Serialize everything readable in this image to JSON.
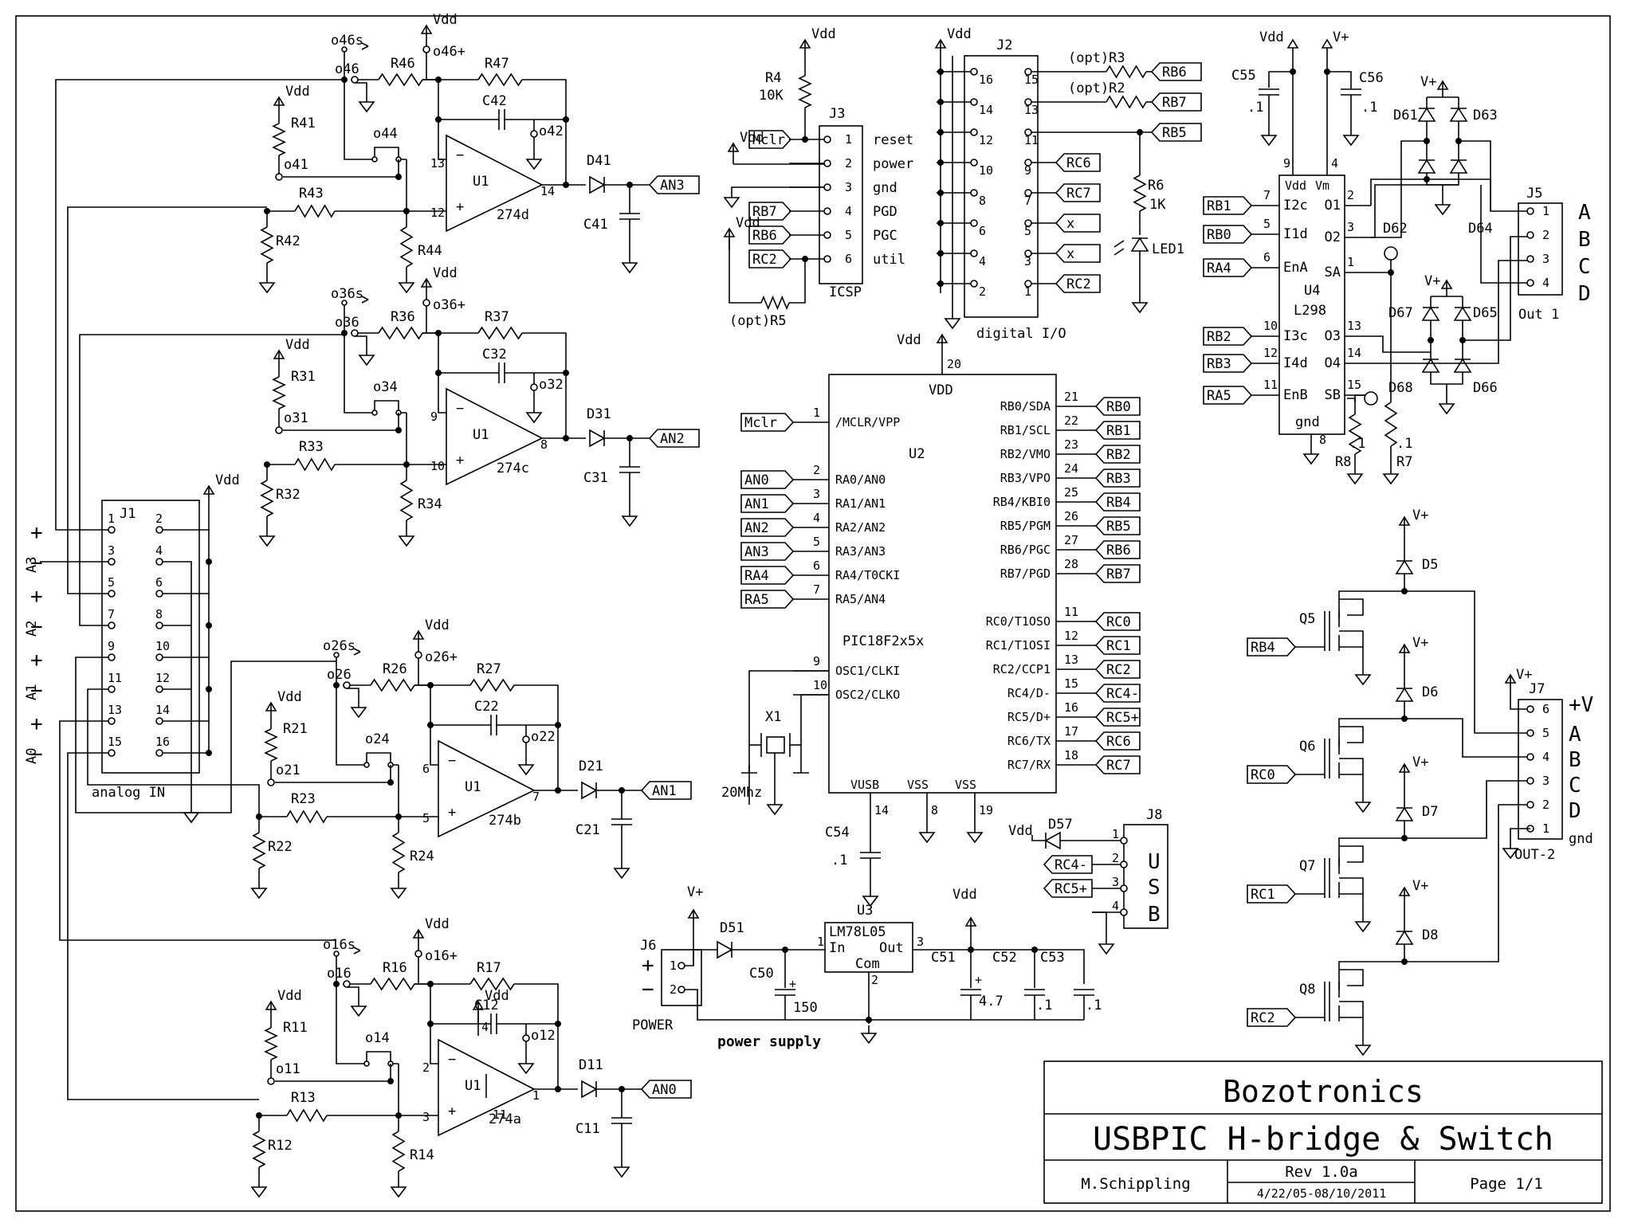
{
  "title_block": {
    "company": "Bozotronics",
    "title": "USBPIC H-bridge & Switch",
    "author": "M.Schippling",
    "rev": "Rev 1.0a",
    "dates": "4/22/05-08/10/2011",
    "page": "Page 1/1"
  },
  "section_labels": {
    "power_supply": "power supply",
    "analog_in": "analog IN",
    "icsp": "ICSP",
    "digital_io": "digital I/O",
    "power": "POWER",
    "out1": "Out 1",
    "out2": "OUT-2",
    "usb": "USB"
  },
  "amps": [
    {
      "ref": "U1",
      "unit": "274d",
      "out_pin": "14",
      "minus_pin": "13",
      "plus_pin": "12",
      "diode": "D41",
      "cap": "C41",
      "net": "AN3",
      "rin": "R46",
      "rfb": "R47",
      "cfb": "C42",
      "rdiv_top": "R41",
      "rdiv_bot": "R42",
      "rser": "R43",
      "rpd": "R44",
      "jmp": "o44",
      "p1": "o41",
      "p2": "o42",
      "t1": "o46",
      "t2": "o46s",
      "t3": "o46+",
      "vdd": "Vdd"
    },
    {
      "ref": "U1",
      "unit": "274c",
      "out_pin": "8",
      "minus_pin": "9",
      "plus_pin": "10",
      "diode": "D31",
      "cap": "C31",
      "net": "AN2",
      "rin": "R36",
      "rfb": "R37",
      "cfb": "C32",
      "rdiv_top": "R31",
      "rdiv_bot": "R32",
      "rser": "R33",
      "rpd": "R34",
      "jmp": "o34",
      "p1": "o31",
      "p2": "o32",
      "t1": "o36",
      "t2": "o36s",
      "t3": "o36+",
      "vdd": "Vdd"
    },
    {
      "ref": "U1",
      "unit": "274b",
      "out_pin": "7",
      "minus_pin": "6",
      "plus_pin": "5",
      "diode": "D21",
      "cap": "C21",
      "net": "AN1",
      "rin": "R26",
      "rfb": "R27",
      "cfb": "C22",
      "rdiv_top": "R21",
      "rdiv_bot": "R22",
      "rser": "R23",
      "rpd": "R24",
      "jmp": "o24",
      "p1": "o21",
      "p2": "o22",
      "t1": "o26",
      "t2": "o26s",
      "t3": "o26+",
      "vdd": "Vdd"
    },
    {
      "ref": "U1",
      "unit": "274a",
      "out_pin": "1",
      "minus_pin": "2",
      "plus_pin": "3",
      "diode": "D11",
      "cap": "C11",
      "net": "AN0",
      "rin": "R16",
      "rfb": "R17",
      "cfb": "C12",
      "rdiv_top": "R11",
      "rdiv_bot": "R12",
      "rser": "R13",
      "rpd": "R14",
      "jmp": "o14",
      "p1": "o11",
      "p2": "o12",
      "t1": "o16",
      "t2": "o16s",
      "t3": "o16+",
      "vdd": "Vdd",
      "vdd_pin": "4",
      "gnd_pin": "11"
    }
  ],
  "j1": {
    "ref": "J1",
    "vdd": "Vdd",
    "pins_left": [
      "1",
      "3",
      "5",
      "7",
      "9",
      "11",
      "13",
      "15"
    ],
    "pins_right": [
      "2",
      "4",
      "6",
      "8",
      "10",
      "12",
      "14",
      "16"
    ],
    "inputs": [
      {
        "label": "A3",
        "plus": "+",
        "minus": "−"
      },
      {
        "label": "A2",
        "plus": "+",
        "minus": "−"
      },
      {
        "label": "A1",
        "plus": "+",
        "minus": "−"
      },
      {
        "label": "A0",
        "plus": "+",
        "minus": "−"
      }
    ]
  },
  "u2": {
    "ref": "U2",
    "part": "PIC18F2x5x",
    "vdd_label": "VDD",
    "vdd_pin": "20",
    "vdd": "Vdd",
    "left_pins": [
      {
        "name": "/MCLR/VPP",
        "num": "1",
        "net": "Mclr"
      },
      {
        "name": "RA0/AN0",
        "num": "2",
        "net": "AN0"
      },
      {
        "name": "RA1/AN1",
        "num": "3",
        "net": "AN1"
      },
      {
        "name": "RA2/AN2",
        "num": "4",
        "net": "AN2"
      },
      {
        "name": "RA3/AN3",
        "num": "5",
        "net": "AN3"
      },
      {
        "name": "RA4/T0CKI",
        "num": "6",
        "net": "RA4"
      },
      {
        "name": "RA5/AN4",
        "num": "7",
        "net": "RA5"
      },
      {
        "name": "OSC1/CLKI",
        "num": "9",
        "net": ""
      },
      {
        "name": "OSC2/CLKO",
        "num": "10",
        "net": ""
      }
    ],
    "right_pins": [
      {
        "name": "RB0/SDA",
        "num": "21",
        "net": "RB0"
      },
      {
        "name": "RB1/SCL",
        "num": "22",
        "net": "RB1"
      },
      {
        "name": "RB2/VMO",
        "num": "23",
        "net": "RB2"
      },
      {
        "name": "RB3/VPO",
        "num": "24",
        "net": "RB3"
      },
      {
        "name": "RB4/KBI0",
        "num": "25",
        "net": "RB4"
      },
      {
        "name": "RB5/PGM",
        "num": "26",
        "net": "RB5"
      },
      {
        "name": "RB6/PGC",
        "num": "27",
        "net": "RB6"
      },
      {
        "name": "RB7/PGD",
        "num": "28",
        "net": "RB7"
      },
      {
        "name": "RC0/T1OSO",
        "num": "11",
        "net": "RC0"
      },
      {
        "name": "RC1/T1OSI",
        "num": "12",
        "net": "RC1"
      },
      {
        "name": "RC2/CCP1",
        "num": "13",
        "net": "RC2"
      },
      {
        "name": "RC4/D-",
        "num": "15",
        "net": "RC4-"
      },
      {
        "name": "RC5/D+",
        "num": "16",
        "net": "RC5+"
      },
      {
        "name": "RC6/TX",
        "num": "17",
        "net": "RC6"
      },
      {
        "name": "RC7/RX",
        "num": "18",
        "net": "RC7"
      }
    ],
    "bottom_pins": [
      {
        "name": "VUSB",
        "num": "14"
      },
      {
        "name": "VSS",
        "num": "8"
      },
      {
        "name": "VSS",
        "num": "19"
      }
    ],
    "crystal": "X1",
    "crystal_freq": "20Mhz",
    "vusb_cap": "C54",
    "vusb_cap_val": ".1"
  },
  "j3": {
    "ref": "J3",
    "r4": "R4",
    "r4_val": "10K",
    "r5": "(opt)R5",
    "vdd": "Vdd",
    "pins": [
      {
        "num": "1",
        "name": "reset",
        "net": "Mclr"
      },
      {
        "num": "2",
        "name": "power",
        "net": ""
      },
      {
        "num": "3",
        "name": "gnd",
        "net": ""
      },
      {
        "num": "4",
        "name": "PGD",
        "net": "RB7"
      },
      {
        "num": "5",
        "name": "PGC",
        "net": "RB6"
      },
      {
        "num": "6",
        "name": "util",
        "net": "RC2"
      }
    ]
  },
  "j2": {
    "ref": "J2",
    "vdd": "Vdd",
    "left": [
      "16",
      "14",
      "12",
      "10",
      "8",
      "6",
      "4",
      "2"
    ],
    "right": [
      "15",
      "13",
      "11",
      "9",
      "7",
      "5",
      "3",
      "1"
    ],
    "right_nets": [
      "RB6",
      "RB7",
      "RB5",
      "RC6",
      "RC7",
      "x",
      "x",
      "RC2"
    ],
    "r3": "(opt)R3",
    "r2": "(opt)R2",
    "r6": "R6",
    "r6_val": "1K",
    "led": "LED1"
  },
  "u4": {
    "ref": "U4",
    "part": "L298",
    "vdd_pin": "9",
    "vm_pin": "4",
    "gnd_pin": "8",
    "gnd": "gnd",
    "vdd": "Vdd",
    "vplus": "V+",
    "c55": "C55",
    "c55_val": ".1",
    "c56": "C56",
    "c56_val": ".1",
    "left": [
      {
        "name": "I2c",
        "num": "7",
        "net": "RB1"
      },
      {
        "name": "I1d",
        "num": "5",
        "net": "RB0"
      },
      {
        "name": "EnA",
        "num": "6",
        "net": "RA4"
      },
      {
        "name": "I3c",
        "num": "10",
        "net": "RB2"
      },
      {
        "name": "I4d",
        "num": "12",
        "net": "RB3"
      },
      {
        "name": "EnB",
        "num": "11",
        "net": "RA5"
      }
    ],
    "right": [
      {
        "name": "O1",
        "num": "2"
      },
      {
        "name": "O2",
        "num": "3"
      },
      {
        "name": "SA",
        "num": "1"
      },
      {
        "name": "O3",
        "num": "13"
      },
      {
        "name": "O4",
        "num": "14"
      },
      {
        "name": "SB",
        "num": "15"
      }
    ],
    "r7": "R7",
    "r8": "R8",
    "r7_val": ".1",
    "r8_val": ".1",
    "diodes": [
      "D61",
      "D63",
      "D62",
      "D64",
      "D67",
      "D65",
      "D68",
      "D66"
    ]
  },
  "j5": {
    "ref": "J5",
    "pins": [
      "1",
      "2",
      "3",
      "4"
    ],
    "letters": [
      "A",
      "B",
      "C",
      "D"
    ]
  },
  "mosfets": [
    {
      "ref": "Q5",
      "net": "RB4",
      "diode": "D5",
      "vplus": "V+"
    },
    {
      "ref": "Q6",
      "net": "RC0",
      "diode": "D6",
      "vplus": "V+"
    },
    {
      "ref": "Q7",
      "net": "RC1",
      "diode": "D7",
      "vplus": "V+"
    },
    {
      "ref": "Q8",
      "net": "RC2",
      "diode": "D8",
      "vplus": "V+"
    }
  ],
  "j7": {
    "ref": "J7",
    "vplus": "V+",
    "pins": [
      "6",
      "5",
      "4",
      "3",
      "2",
      "1"
    ],
    "letters": [
      "+V",
      "A",
      "B",
      "C",
      "D",
      "gnd"
    ]
  },
  "j8": {
    "ref": "J8",
    "d57": "D57",
    "vdd": "Vdd",
    "pins": [
      "1",
      "2",
      "3",
      "4"
    ],
    "nets": [
      "",
      "RC4-",
      "RC5+",
      ""
    ]
  },
  "power": {
    "j6": "J6",
    "d51": "D51",
    "vplus": "V+",
    "u3": "U3",
    "u3_part": "LM78L05",
    "in": "In",
    "out": "Out",
    "com": "Com",
    "in_pin": "1",
    "out_pin": "3",
    "com_pin": "2",
    "vdd": "Vdd",
    "c50": "C50",
    "c50_val": "150",
    "c51": "C51",
    "c51_val": "4.7",
    "c52": "C52",
    "c52_val": ".1",
    "c53": "C53",
    "c53_val": ".1",
    "j6_pins": [
      "1",
      "2"
    ],
    "plus": "+",
    "minus": "−"
  }
}
